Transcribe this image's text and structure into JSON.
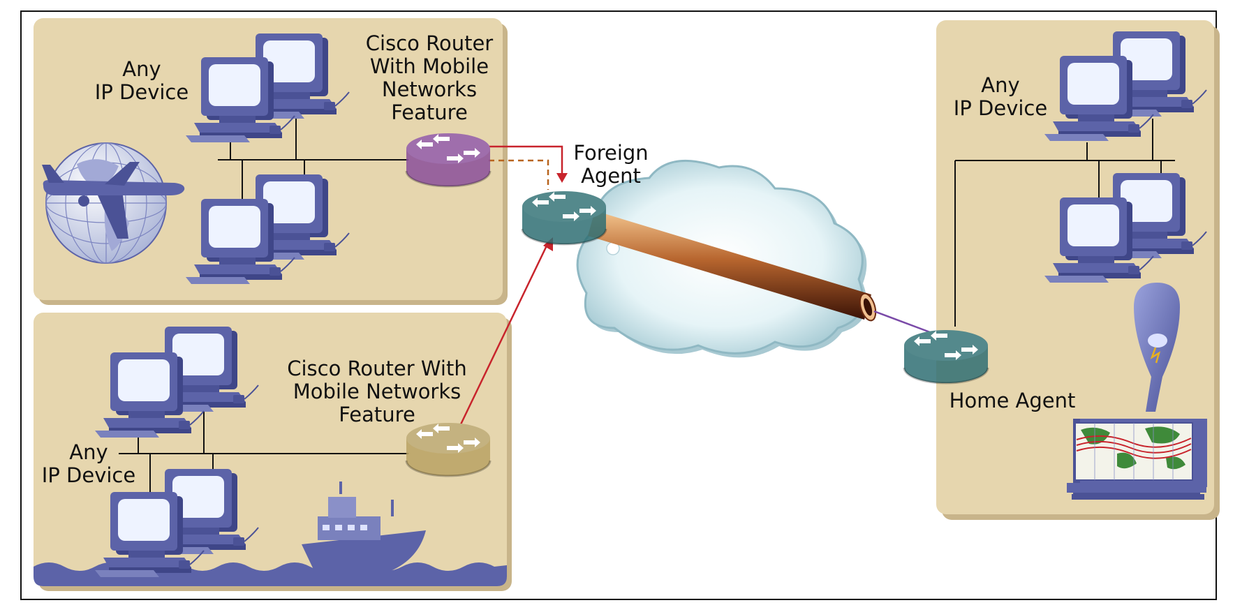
{
  "labels": {
    "top_left_device": "Any\nIP Device",
    "top_left_router": "Cisco Router\nWith Mobile\nNetworks\nFeature",
    "foreign_agent": "Foreign\nAgent",
    "bottom_left_router": "Cisco Router With\nMobile Networks\nFeature",
    "bottom_left_device": "Any\nIP Device",
    "right_device": "Any\nIP Device",
    "home_agent": "Home Agent"
  },
  "colors": {
    "panel": "#e6d6ae",
    "panel_shadow": "#c8b48a",
    "device": "#5c63a8",
    "screen": "#eef3ff",
    "router_teal": "#2f6f73",
    "router_purple": "#8a4f9a",
    "router_gold": "#b8a264",
    "cloud": "#d9eef3",
    "tunnel": "#a8542a",
    "arrow": "#c8242c",
    "dashed": "#b8641e"
  },
  "icons": [
    "airplane-icon",
    "globe-icon",
    "ship-icon",
    "weather-balloon-icon",
    "map-display-icon",
    "router-icon",
    "computer-icon",
    "cloud-icon"
  ]
}
